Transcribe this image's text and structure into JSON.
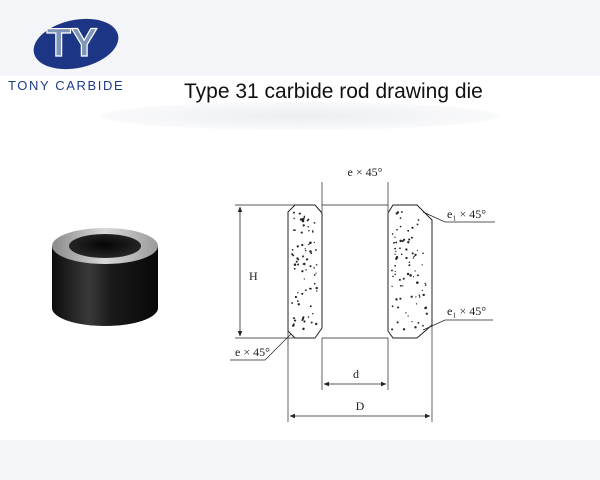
{
  "header": {
    "logo_text": "TY",
    "brand_name": "TONY CARBIDE",
    "title": "Type 31 carbide rod drawing die"
  },
  "diagram": {
    "labels": {
      "top_chamfer": "e × 45°",
      "right_top_chamfer": "e₁ × 45°",
      "right_bottom_chamfer": "e₁ × 45°",
      "left_bottom_chamfer": "e × 45°",
      "height": "H",
      "inner_diameter": "d",
      "outer_diameter": "D"
    }
  },
  "colors": {
    "brand_blue": "#1f3c8a",
    "logo_oval": "#1d3585",
    "logo_letters": "#7f96b8",
    "band_background": "#f4f5f9"
  }
}
